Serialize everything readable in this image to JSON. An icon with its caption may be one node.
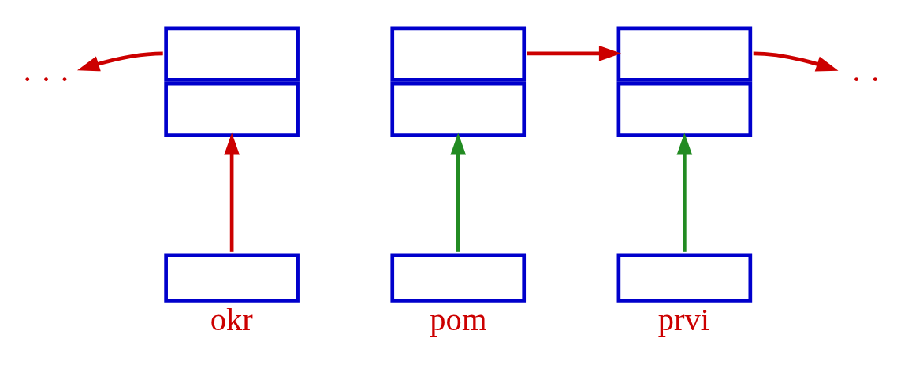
{
  "diagram": {
    "nodes": [
      {
        "text": [
          "· · ·"
        ]
      },
      {
        "text": [],
        "shape": "box"
      },
      {
        "text": [],
        "shape": "box"
      },
      {
        "text": [],
        "shape": "box"
      },
      {
        "text": [
          "· ·"
        ]
      },
      {
        "text": [],
        "shape": "box",
        "beside": [
          "okr"
        ]
      },
      {
        "text": [],
        "shape": "box",
        "beside": [
          "pom"
        ]
      },
      {
        "text": [],
        "shape": "box",
        "beside": [
          "prvi"
        ]
      }
    ],
    "edges": [
      {
        "from": 5,
        "to": 1,
        "arrow": "to"
      },
      {
        "from": 1,
        "to": 0,
        "arrow": "to"
      },
      {
        "from": 6,
        "to": 2,
        "arrow": "to",
        "color": "#228b22"
      },
      {
        "from": 2,
        "to": 3,
        "arrow": "to"
      },
      {
        "from": 7,
        "to": 3,
        "arrow": "to",
        "color": "#228b22"
      },
      {
        "from": 3,
        "to": 4,
        "arrow": "to"
      }
    ]
  }
}
